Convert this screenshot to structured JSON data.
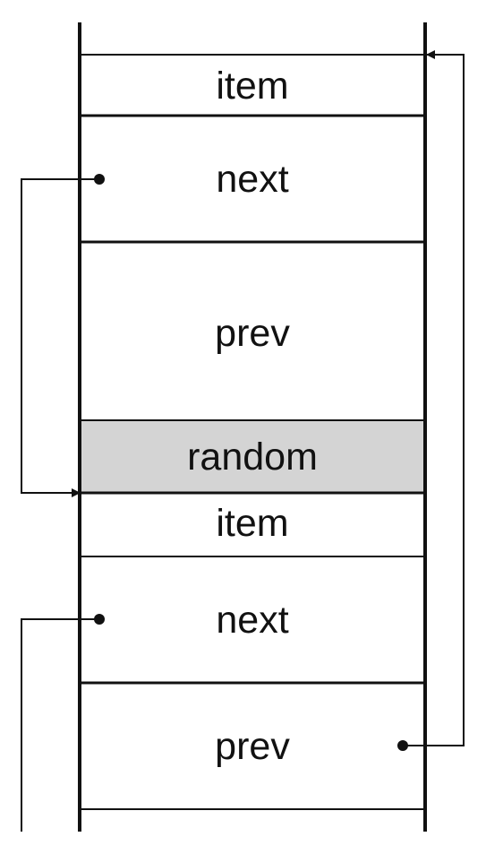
{
  "colors": {
    "background": "#ffffff",
    "line": "#111111",
    "highlight_fill": "#d4d4d4"
  },
  "cells": [
    {
      "label": "item"
    },
    {
      "label": "next"
    },
    {
      "label": "prev"
    },
    {
      "label": "random"
    },
    {
      "label": "item"
    },
    {
      "label": "next"
    },
    {
      "label": "prev"
    }
  ]
}
